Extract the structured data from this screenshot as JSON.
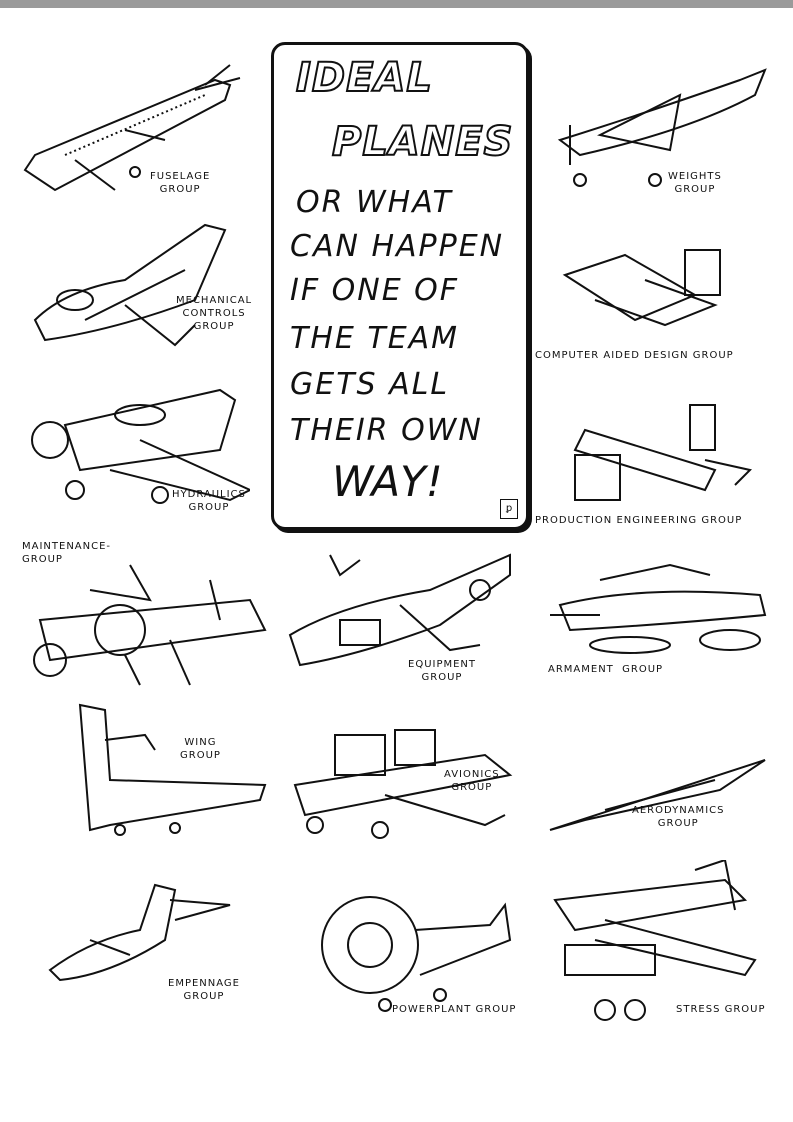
{
  "title": {
    "line1": "IDEAL",
    "line2": "PLANES",
    "subtitle_lines": [
      "OR WHAT",
      "CAN HAPPEN",
      "IF ONE OF",
      "THE TEAM",
      "GETS ALL",
      "THEIR OWN"
    ],
    "final": "WAY!"
  },
  "groups": [
    {
      "name": "fuselage",
      "label": "FUSELAGE\nGROUP"
    },
    {
      "name": "weights",
      "label": "WEIGHTS\nGROUP"
    },
    {
      "name": "mechanical-controls",
      "label": "MECHANICAL\nCONTROLS\nGROUP"
    },
    {
      "name": "computer-aided-design",
      "label": "COMPUTER AIDED DESIGN GROUP"
    },
    {
      "name": "hydraulics",
      "label": "HYDRAULICS\nGROUP"
    },
    {
      "name": "production-engineering",
      "label": "PRODUCTION ENGINEERING GROUP"
    },
    {
      "name": "maintenance",
      "label": "MAINTENANCE-\nGROUP"
    },
    {
      "name": "equipment",
      "label": "EQUIPMENT\nGROUP"
    },
    {
      "name": "armament",
      "label": "ARMAMENT  GROUP"
    },
    {
      "name": "wing",
      "label": "WING\nGROUP"
    },
    {
      "name": "avionics",
      "label": "AVIONICS\nGROUP"
    },
    {
      "name": "aerodynamics",
      "label": "AERODYNAMICS\nGROUP"
    },
    {
      "name": "empennage",
      "label": "EMPENNAGE\nGROUP"
    },
    {
      "name": "powerplant",
      "label": "POWERPLANT GROUP"
    },
    {
      "name": "stress",
      "label": "STRESS GROUP"
    }
  ]
}
